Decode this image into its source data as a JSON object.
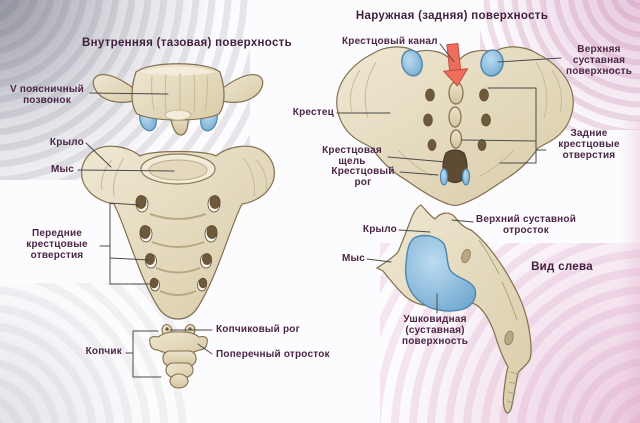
{
  "figure_type": "anatomical-diagram-sacrum",
  "language": "ru",
  "colors": {
    "label_text": "#4b2646",
    "bone_fill_light": "#efe7d2",
    "bone_fill_dark": "#d9cca9",
    "bone_outline": "#82704f",
    "facet_blue": "#6fa7cf",
    "facet_blue_light": "#b5d6ec",
    "facet_blue_outline": "#4e86ae",
    "arrow_red": "#ee6e5e",
    "arrow_red_outline": "#c44b3e",
    "leader_line": "#4a4a4a",
    "corner_gray": "#9aa0ad",
    "corner_pink": "#d39ec4"
  },
  "panels": {
    "pelvic": {
      "title": "Внутренняя (тазовая) поверхность",
      "labels": {
        "lumbar_vertebra": "V поясничный\nпозвонок",
        "wing": "Крыло",
        "promontory": "Мыс",
        "anterior_foramina": "Передние\nкрестцовые\nотверстия",
        "coccyx": "Копчик",
        "coccygeal_horn": "Копчиковый рог",
        "transverse_process": "Поперечный отросток"
      }
    },
    "posterior": {
      "title": "Наружная (задняя) поверхность",
      "labels": {
        "sacral_canal": "Крестцовый канал",
        "superior_articular_surface": "Верхняя\nсуставная\nповерхность",
        "sacrum": "Крестец",
        "sacral_hiatus": "Крестцовая\nщель",
        "sacral_horn": "Крестцовый\nрог",
        "posterior_foramina": "Задние\nкрестцовые\nотверстия"
      }
    },
    "lateral": {
      "title": "Вид слева",
      "labels": {
        "wing": "Крыло",
        "promontory": "Мыс",
        "superior_articular_process": "Верхний суставной\nотросток",
        "auricular_surface": "Ушковидная\n(суставная)\nповерхность"
      }
    }
  }
}
